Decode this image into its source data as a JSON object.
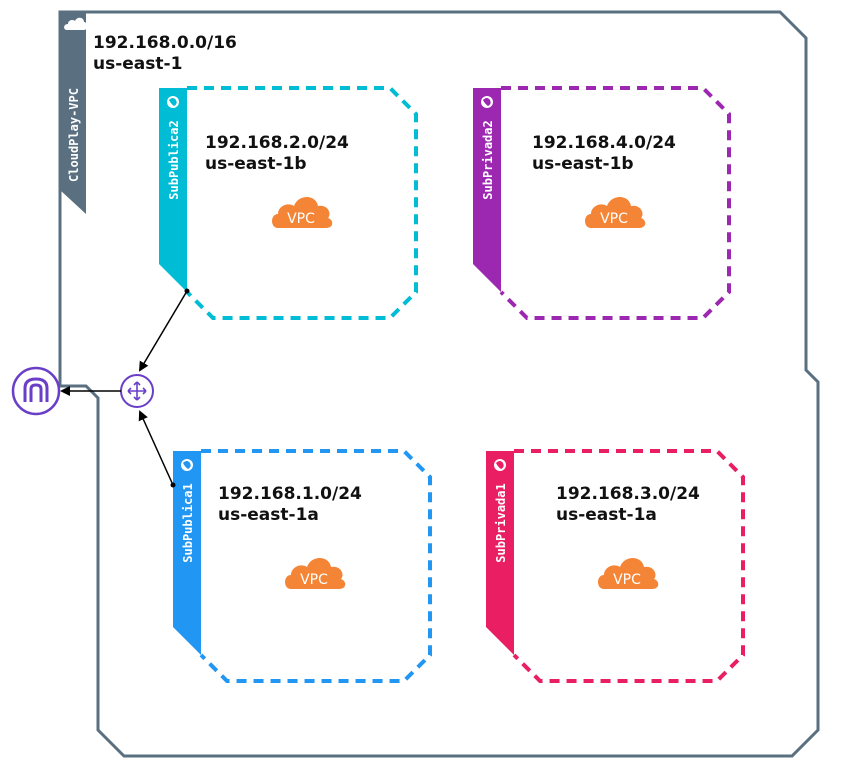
{
  "vpc": {
    "name": "CloudPlay-VPC",
    "cidr": "192.168.0.0/16",
    "region": "us-east-1",
    "color": "#5a7080"
  },
  "subnets": [
    {
      "name": "SubPublica2",
      "cidr": "192.168.2.0/24",
      "az": "us-east-1b",
      "color": "#00bcd4",
      "icon_label": "VPC"
    },
    {
      "name": "SubPrivada2",
      "cidr": "192.168.4.0/24",
      "az": "us-east-1b",
      "color": "#9c27b0",
      "icon_label": "VPC"
    },
    {
      "name": "SubPublica1",
      "cidr": "192.168.1.0/24",
      "az": "us-east-1a",
      "color": "#2196f3",
      "icon_label": "VPC"
    },
    {
      "name": "SubPrivada1",
      "cidr": "192.168.3.0/24",
      "az": "us-east-1a",
      "color": "#e91e63",
      "icon_label": "VPC"
    }
  ],
  "nodes": {
    "router": {
      "icon": "router-icon",
      "color": "#6a3fc8"
    },
    "internet_gateway": {
      "icon": "internet-gateway-icon",
      "color": "#6a3fc8"
    }
  },
  "vpc_icon_color": "#f58536"
}
